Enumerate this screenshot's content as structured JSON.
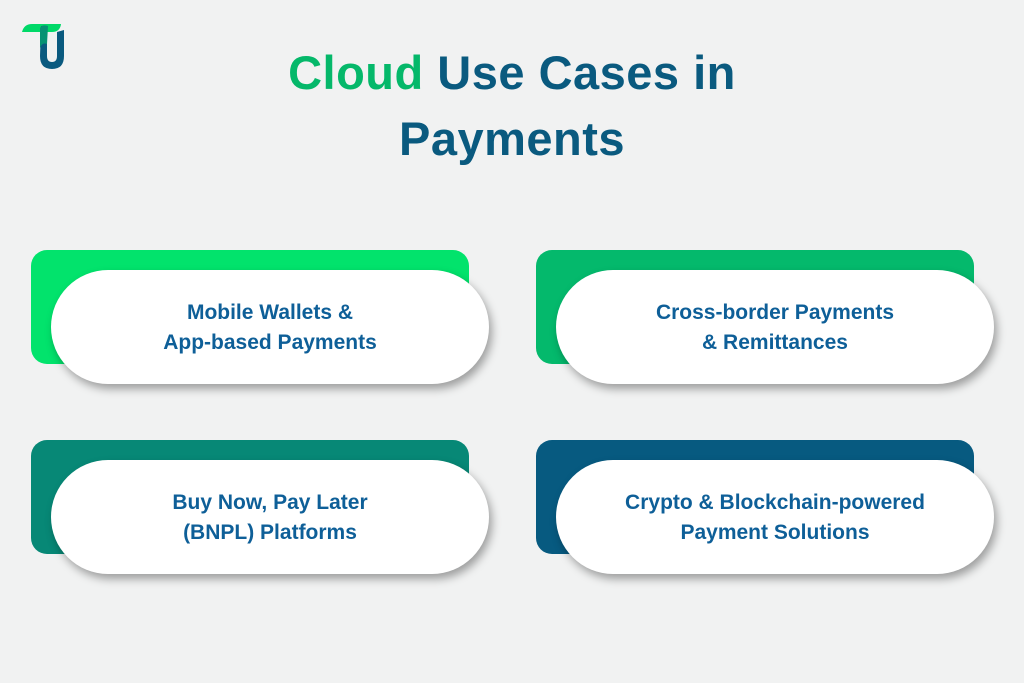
{
  "logo": {
    "name": "TU brand logo",
    "colors": {
      "top": "#00d968",
      "stem": "#0a5a7f",
      "mid": "#079273"
    }
  },
  "title": {
    "accent_word": "Cloud",
    "rest_line1": " Use Cases in",
    "line2": "Payments",
    "accent_color": "#05b86a",
    "main_color": "#0a5a7f"
  },
  "cards": [
    {
      "label": "Mobile Wallets &\nApp-based Payments",
      "back_color": "#02e36c"
    },
    {
      "label": "Cross-border Payments\n& Remittances",
      "back_color": "#04b96c"
    },
    {
      "label": "Buy Now, Pay Later\n(BNPL) Platforms",
      "back_color": "#078876"
    },
    {
      "label": "Crypto & Blockchain-powered\nPayment Solutions",
      "back_color": "#075a80"
    }
  ],
  "text_color": "#0e5f98",
  "background": "#f1f2f2"
}
